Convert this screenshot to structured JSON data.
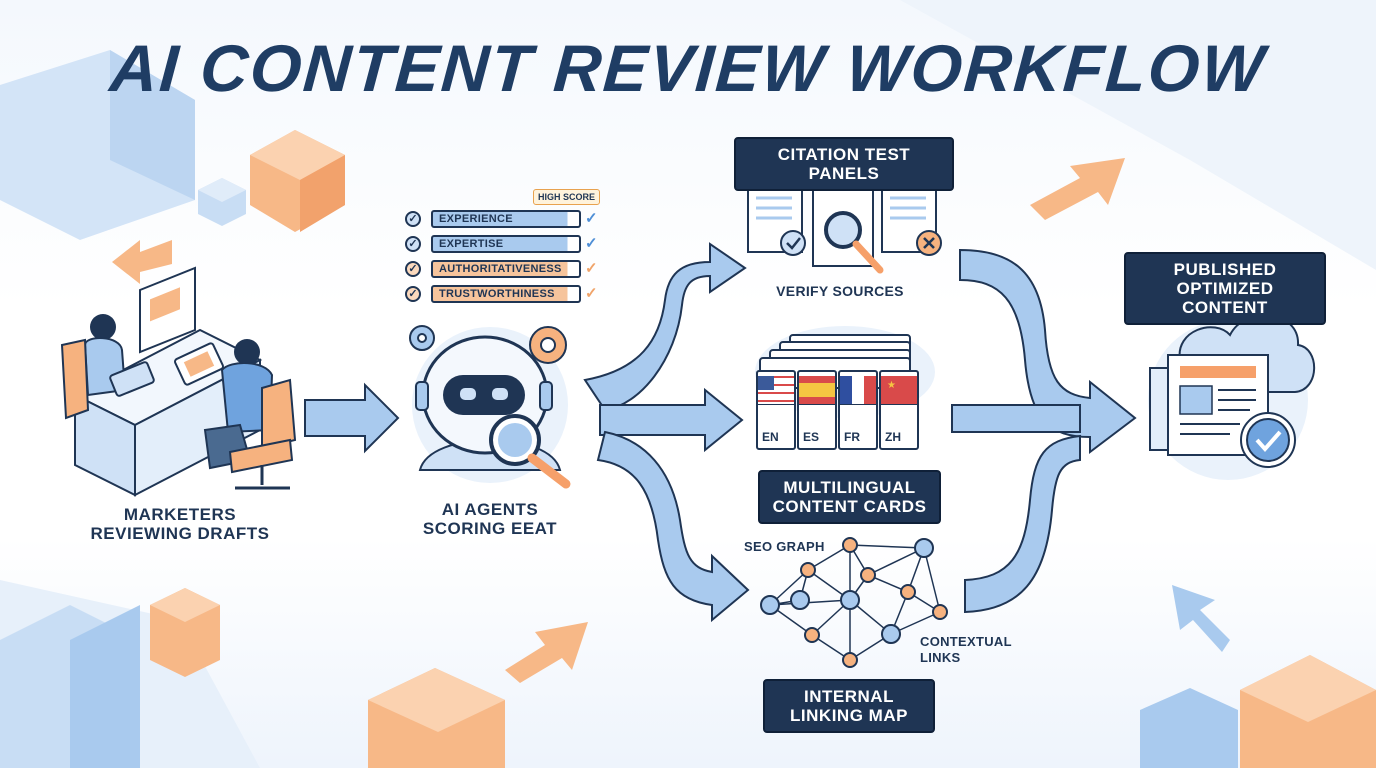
{
  "title": "AI CONTENT REVIEW WORKFLOW",
  "stages": {
    "marketers": "MARKETERS\nREVIEWING DRAFTS",
    "agents": "AI AGENTS\nSCORING EEAT",
    "published": "PUBLISHED\nOPTIMIZED CONTENT"
  },
  "eeat": {
    "badge": "HIGH SCORE",
    "items": [
      {
        "label": "EXPERIENCE",
        "color": "#4f8fd6"
      },
      {
        "label": "EXPERTISE",
        "color": "#4f8fd6"
      },
      {
        "label": "AUTHORITATIVENESS",
        "color": "#f0a46a"
      },
      {
        "label": "TRUSTWORTHINESS",
        "color": "#f0a46a"
      }
    ]
  },
  "citation": {
    "panel_label": "CITATION TEST PANELS",
    "caption": "VERIFY SOURCES"
  },
  "multilingual": {
    "label": "MULTILINGUAL\nCONTENT CARDS",
    "languages": [
      "EN",
      "ES",
      "FR",
      "ZH"
    ]
  },
  "linking": {
    "graph_label": "SEO GRAPH",
    "context_label": "CONTEXTUAL\nLINKS",
    "label": "INTERNAL\nLINKING MAP"
  },
  "colors": {
    "navy": "#1f3554",
    "blue": "#a9caee",
    "orange": "#f6b27f",
    "light_blue": "#cfe1f6"
  }
}
